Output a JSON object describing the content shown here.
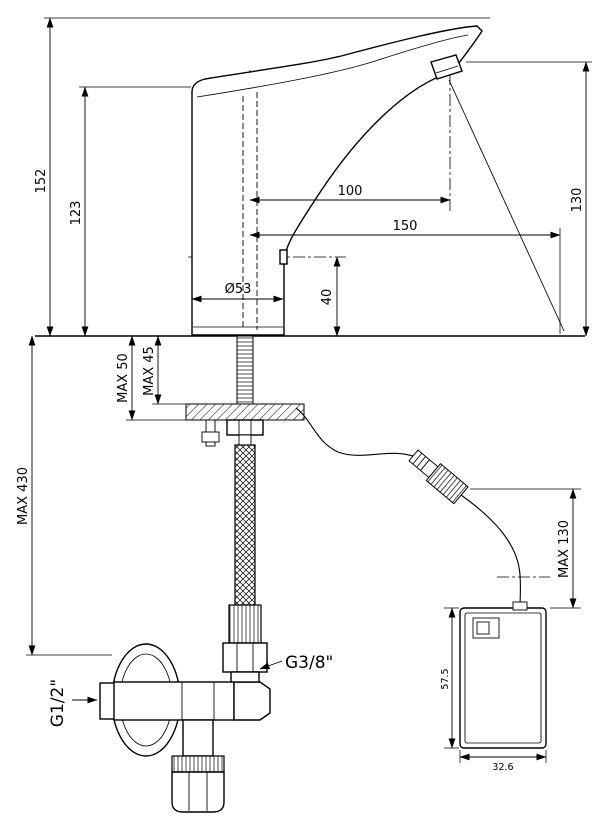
{
  "dims": {
    "d152": "152",
    "d123": "123",
    "d100": "100",
    "d150": "150",
    "d130": "130",
    "d53": "Ø53",
    "d40": "40",
    "max50": "MAX 50",
    "max45": "MAX 45",
    "max430": "MAX 430",
    "max130": "MAX 130",
    "g38": "G3/8\"",
    "g12": "G1/2\"",
    "d575": "57.5",
    "d326": "32.6"
  }
}
